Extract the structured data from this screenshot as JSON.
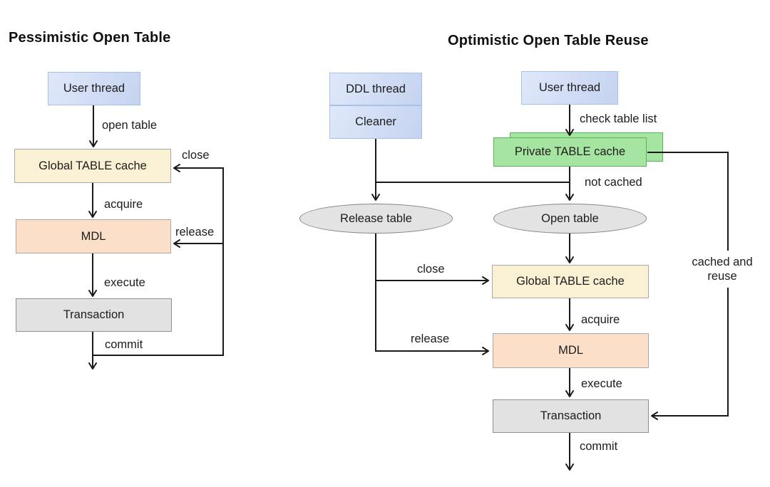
{
  "left_diagram": {
    "title": "Pessimistic Open Table",
    "nodes": {
      "user_thread": "User thread",
      "global_table_cache": "Global TABLE cache",
      "mdl": "MDL",
      "transaction": "Transaction"
    },
    "edges": {
      "open_table": "open table",
      "close": "close",
      "acquire": "acquire",
      "release": "release",
      "execute": "execute",
      "commit": "commit"
    }
  },
  "right_diagram": {
    "title": "Optimistic Open Table Reuse",
    "nodes": {
      "ddl_thread": "DDL thread",
      "cleaner": "Cleaner",
      "user_thread": "User thread",
      "private_table_cache": "Private TABLE cache",
      "release_table": "Release table",
      "open_table": "Open table",
      "global_table_cache": "Global TABLE cache",
      "mdl": "MDL",
      "transaction": "Transaction"
    },
    "edges": {
      "check_table_list": "check table list",
      "not_cached": "not cached",
      "close": "close",
      "release": "release",
      "acquire": "acquire",
      "execute": "execute",
      "commit": "commit",
      "cached_and_reuse": "cached and reuse"
    }
  },
  "colors": {
    "thread_box_fill": "#cdd9f2",
    "thread_box_border": "#a5c2e8",
    "table_cache_fill": "#faf0d3",
    "mdl_fill": "#fcdfc8",
    "transaction_fill": "#e2e2e2",
    "private_cache_fill": "#a6e4a1",
    "private_cache_border": "#58b258",
    "ellipse_fill": "#e3e3e3",
    "line_color": "#1a1a1a"
  }
}
